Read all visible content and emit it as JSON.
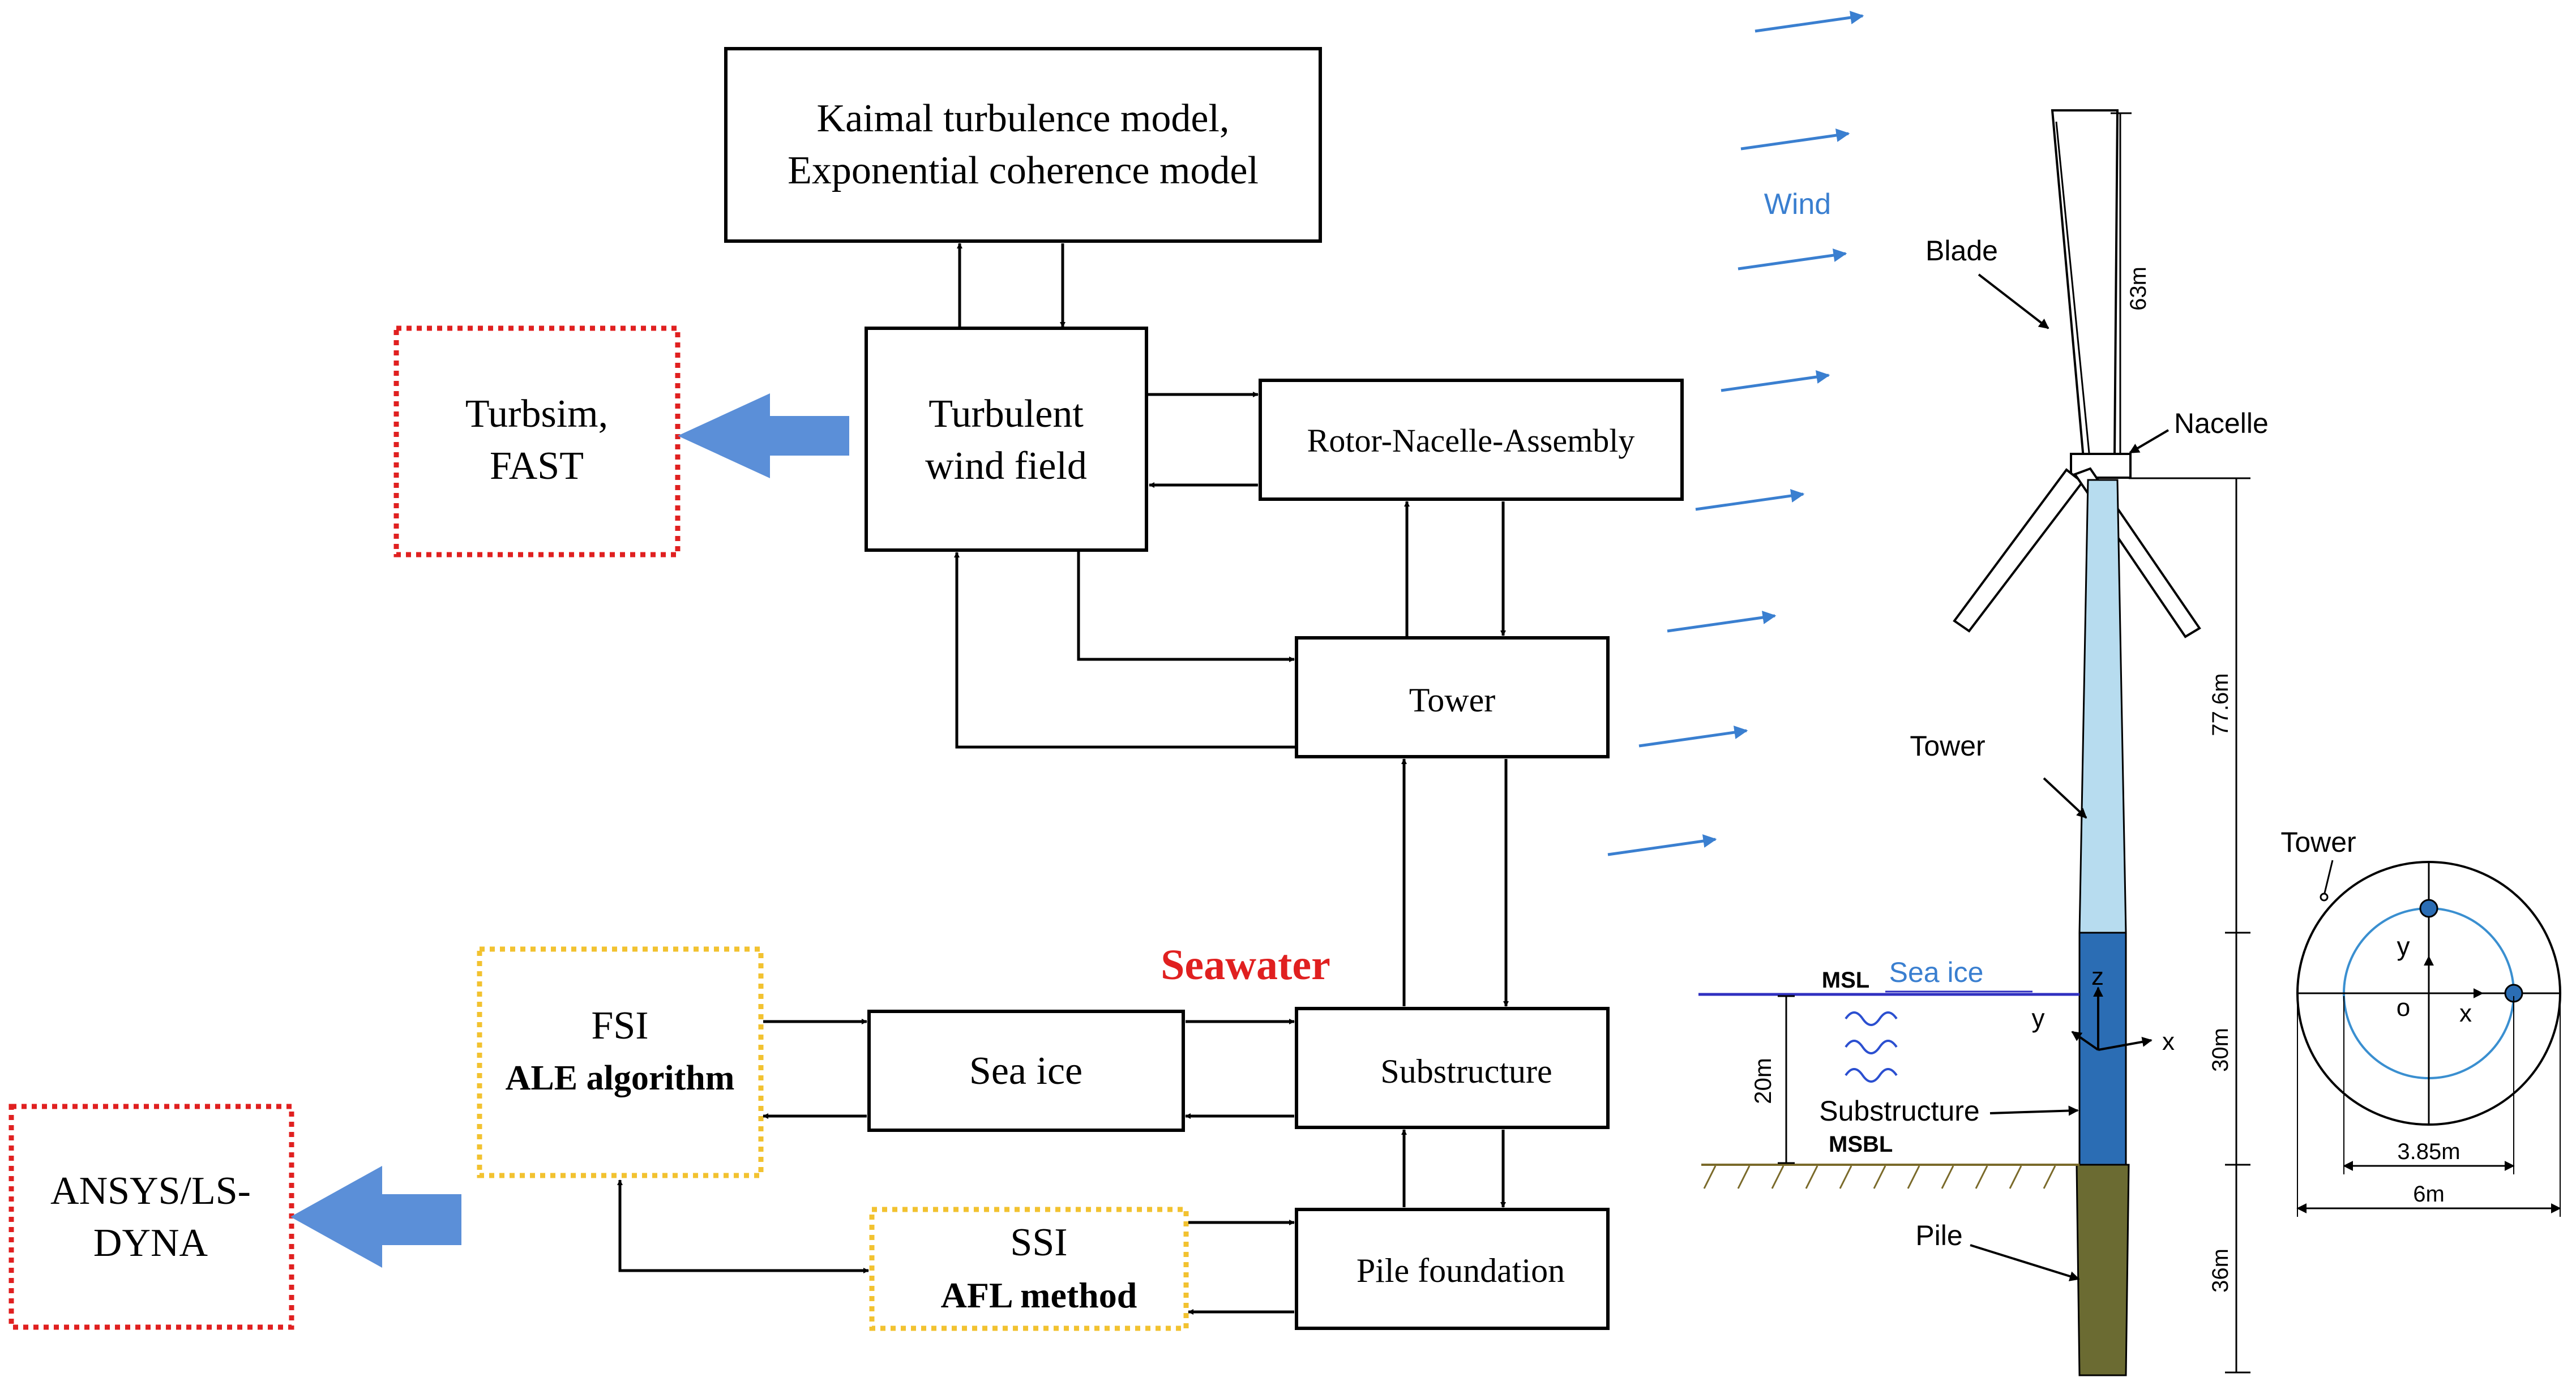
{
  "flowchart": {
    "kaimal_box": {
      "line1": "Kaimal turbulence model,",
      "line2": "Exponential coherence model"
    },
    "turbulent_box": {
      "line1": "Turbulent",
      "line2": "wind field"
    },
    "turbsim_box": {
      "line1": "Turbsim,",
      "line2": "FAST"
    },
    "rna_box": {
      "label": "Rotor-Nacelle-Assembly"
    },
    "tower_box": {
      "label": "Tower"
    },
    "seawater_label": "Seawater",
    "fsi_box": {
      "line1": "FSI",
      "line2": "ALE algorithm"
    },
    "seaice_box": {
      "label": "Sea ice"
    },
    "substructure_box": {
      "label": "Substructure"
    },
    "ansys_box": {
      "line1": "ANSYS/LS-",
      "line2": "DYNA"
    },
    "ssi_box": {
      "line1": "SSI",
      "line2": "AFL method"
    },
    "pile_box": {
      "label": "Pile foundation"
    }
  },
  "turbine": {
    "wind_label": "Wind",
    "blade_label": "Blade",
    "blade_length": "63m",
    "nacelle_label": "Nacelle",
    "tower_label": "Tower",
    "tower_height": "77.6m",
    "msl_label": "MSL",
    "seaice_label": "Sea ice",
    "z_axis": "z",
    "y_axis": "y",
    "x_axis": "x",
    "substructure_label": "Substructure",
    "msbl_label": "MSBL",
    "depth_20": "20m",
    "sub_height": "30m",
    "pile_label": "Pile",
    "pile_height": "36m"
  },
  "cross_section": {
    "tower_label": "Tower",
    "y_axis": "y",
    "origin": "o",
    "x_axis": "x",
    "inner_dia": "3.85m",
    "outer_dia": "6m"
  },
  "colors": {
    "black": "#000000",
    "blue_arrow": "#5b8fd8",
    "dotted_red": "#e02020",
    "dotted_yellow": "#f2c230",
    "seawater_red": "#e02020",
    "wind_blue": "#3a7fd0",
    "tower_light": "#b7dcef",
    "substructure_blue": "#2b6db4",
    "pile_olive": "#6b6b32",
    "sea_line": "#3030c0"
  }
}
